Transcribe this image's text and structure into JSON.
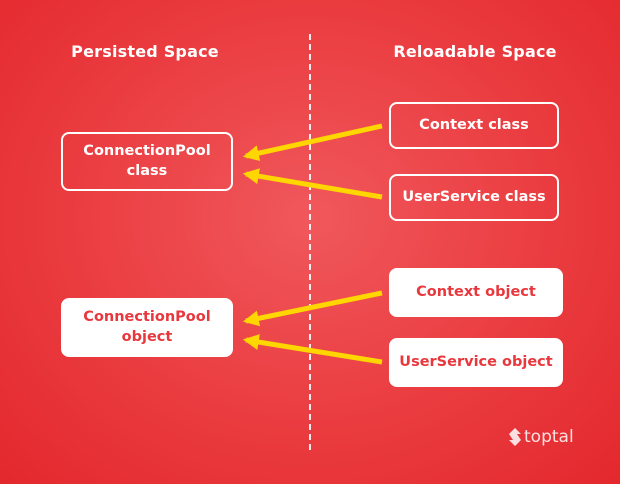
{
  "headings": {
    "persisted": "Persisted Space",
    "reloadable": "Reloadable Space"
  },
  "persisted_boxes": {
    "pool_class": {
      "line1": "ConnectionPool",
      "line2": "class"
    },
    "pool_object": {
      "line1": "ConnectionPool",
      "line2": "object"
    }
  },
  "reloadable_boxes": {
    "context_class": "Context class",
    "userservice_class": "UserService class",
    "context_object": "Context object",
    "userservice_object": "UserService object"
  },
  "brand": {
    "logo_text": "toptal"
  },
  "colors": {
    "background": "#ea3c40",
    "arrow": "#ffd600",
    "box_text_red": "#e8383d",
    "white": "#ffffff"
  },
  "icons": {
    "logo": "toptal-logo-icon"
  }
}
